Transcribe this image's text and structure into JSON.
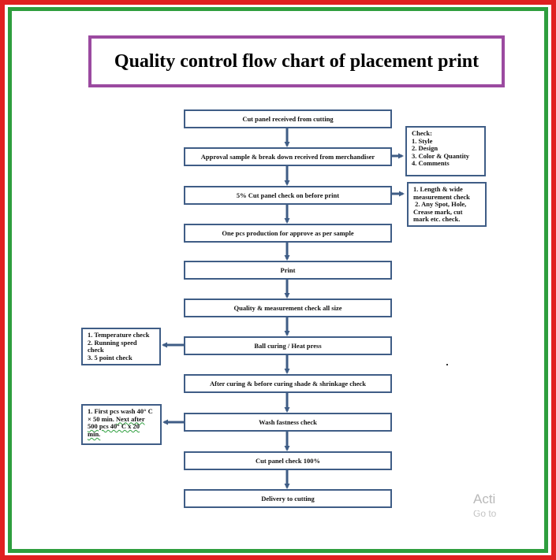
{
  "title": "Quality control flow chart of placement print",
  "steps": [
    "Cut panel received from cutting",
    "Approval sample & break down received from merchandiser",
    "5% Cut panel check on before print",
    "One pcs production for approve as per sample",
    "Print",
    "Quality & measurement check all size",
    "Ball curing / Heat press",
    "After curing & before curing shade & shrinkage check",
    "Wash fastness check",
    "Cut panel check 100%",
    "Delivery to cutting"
  ],
  "notes": {
    "approval": [
      "Check:",
      "1. Style",
      "2. Design",
      "3. Color & Quantity",
      "4. Comments"
    ],
    "cut_check": [
      "1. Length & wide",
      "measurement check",
      " 2. Any Spot, Hole,",
      "Crease mark, cut",
      "mark etc. check."
    ],
    "curing": [
      "1. Temperature check",
      "2. Running speed",
      "check",
      "3. 5 point check"
    ],
    "wash": [
      "1. First pcs wash 40° C",
      "× 50 min. ",
      "Next after",
      "500 pcs 40° C x 20",
      "min."
    ]
  },
  "watermark": {
    "line1": "Acti",
    "line2": "Go to"
  },
  "colors": {
    "outer_border": "#e02020",
    "inner_border": "#2e9e3e",
    "title_border": "#9b4aa0",
    "box_border": "#3f5d86",
    "arrow": "#3f5d86"
  }
}
